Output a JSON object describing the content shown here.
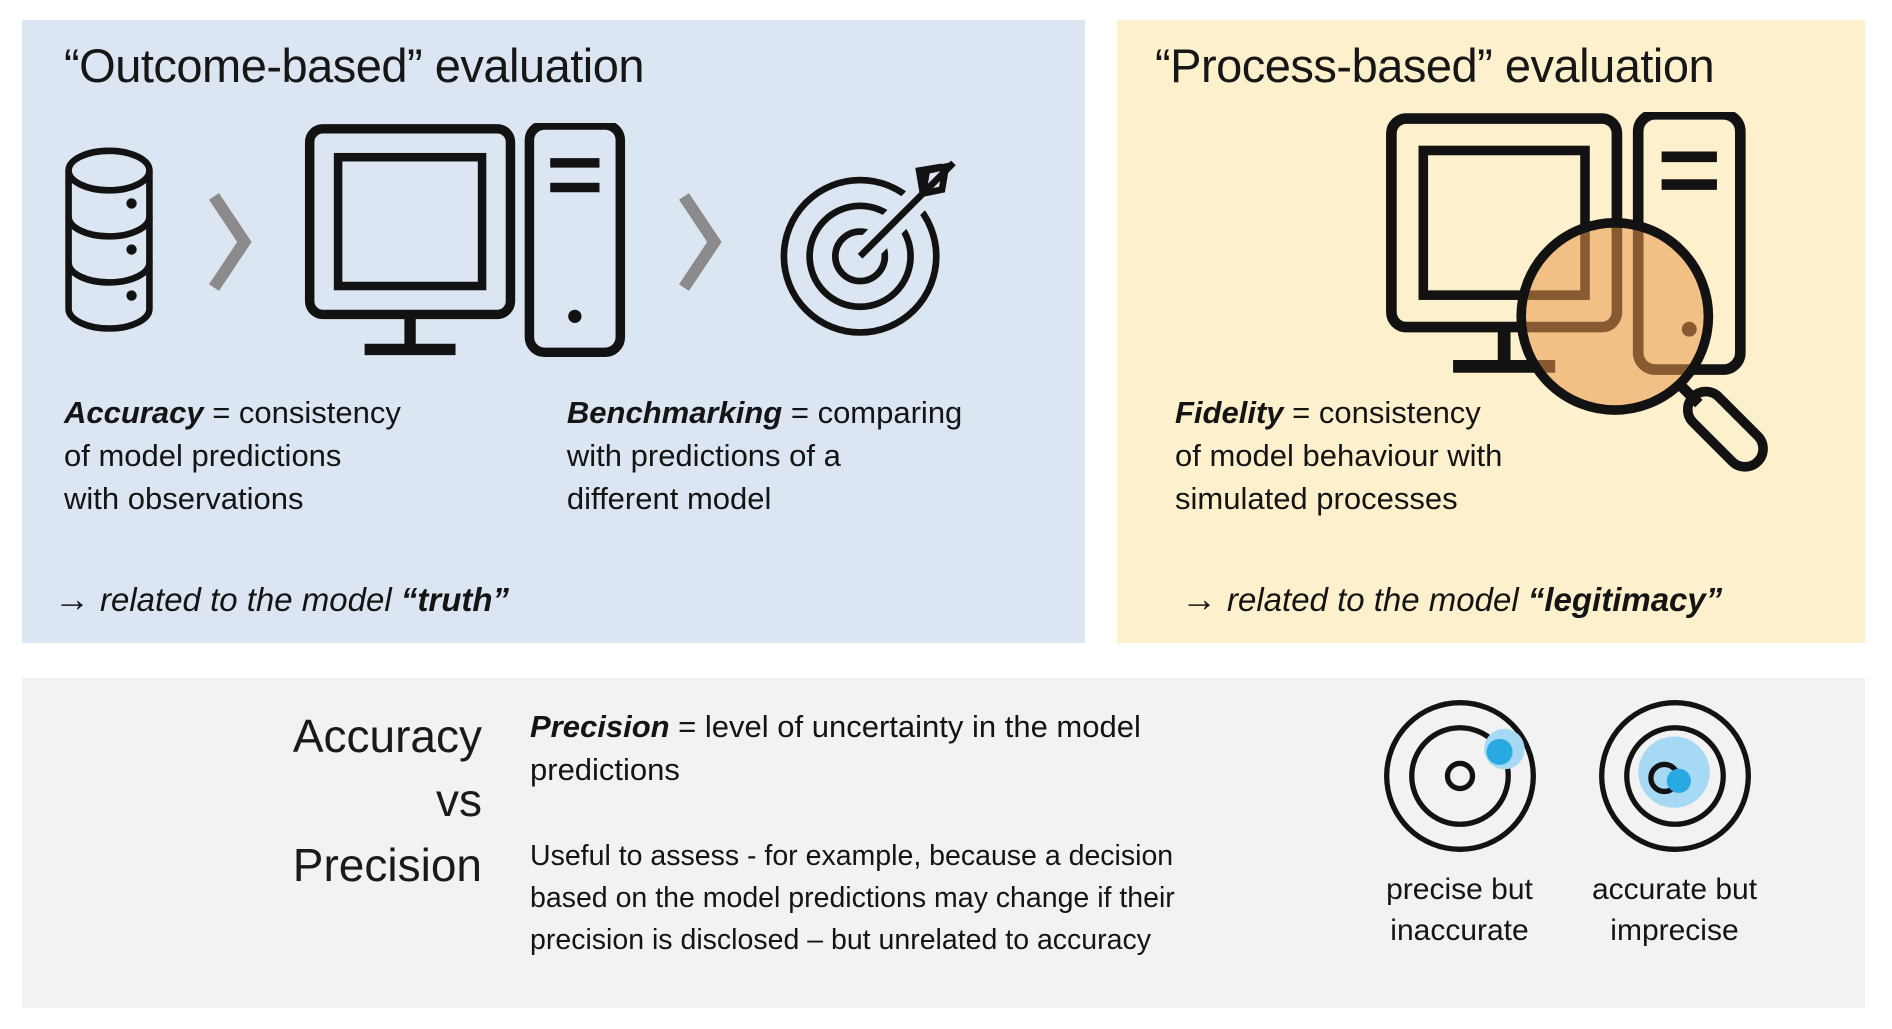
{
  "outcome_panel": {
    "title": "“Outcome-based” evaluation",
    "accuracy": {
      "term": "Accuracy",
      "definition": " = consistency\nof model predictions\nwith observations"
    },
    "benchmarking": {
      "term": "Benchmarking",
      "definition": " = comparing\nwith predictions of a\ndifferent model"
    },
    "takeaway": {
      "arrow": "→",
      "text": "related to the model ",
      "keyword": "“truth”"
    }
  },
  "process_panel": {
    "title": "“Process-based” evaluation",
    "fidelity": {
      "term": "Fidelity",
      "definition": " = consistency\nof model behaviour with\nsimulated processes"
    },
    "takeaway": {
      "arrow": "→",
      "text": "related to the model ",
      "keyword": "“legitimacy”"
    }
  },
  "bottom_panel": {
    "heading": "Accuracy\nvs\nPrecision",
    "precision": {
      "term": "Precision",
      "definition": " = level of uncertainty in the model\npredictions"
    },
    "note": "Useful to assess - for example, because a decision\nbased on the model predictions may change  if their\nprecision is disclosed – but unrelated to accuracy",
    "targets": [
      {
        "label": "precise but\ninaccurate"
      },
      {
        "label": "accurate but\nimprecise"
      }
    ]
  },
  "icons": {
    "database": "database-icon",
    "chevron": "chevron-right-icon",
    "workstation": "computer-icon",
    "dart_target": "target-with-dart-icon",
    "magnifier": "magnifier-icon",
    "target_precise": "target-precise-icon",
    "target_accurate": "target-accurate-icon"
  },
  "colors": {
    "outcome_bg": "#dce6f2",
    "process_bg": "#fdf1cd",
    "bottom_bg": "#f2f2f2",
    "chevron_grey": "#8b8b8b",
    "icon_stroke": "#121212",
    "lens_orange": "#e9964a",
    "dot_light_blue": "#a6d9f3",
    "dot_dark_blue": "#29a9e1"
  }
}
